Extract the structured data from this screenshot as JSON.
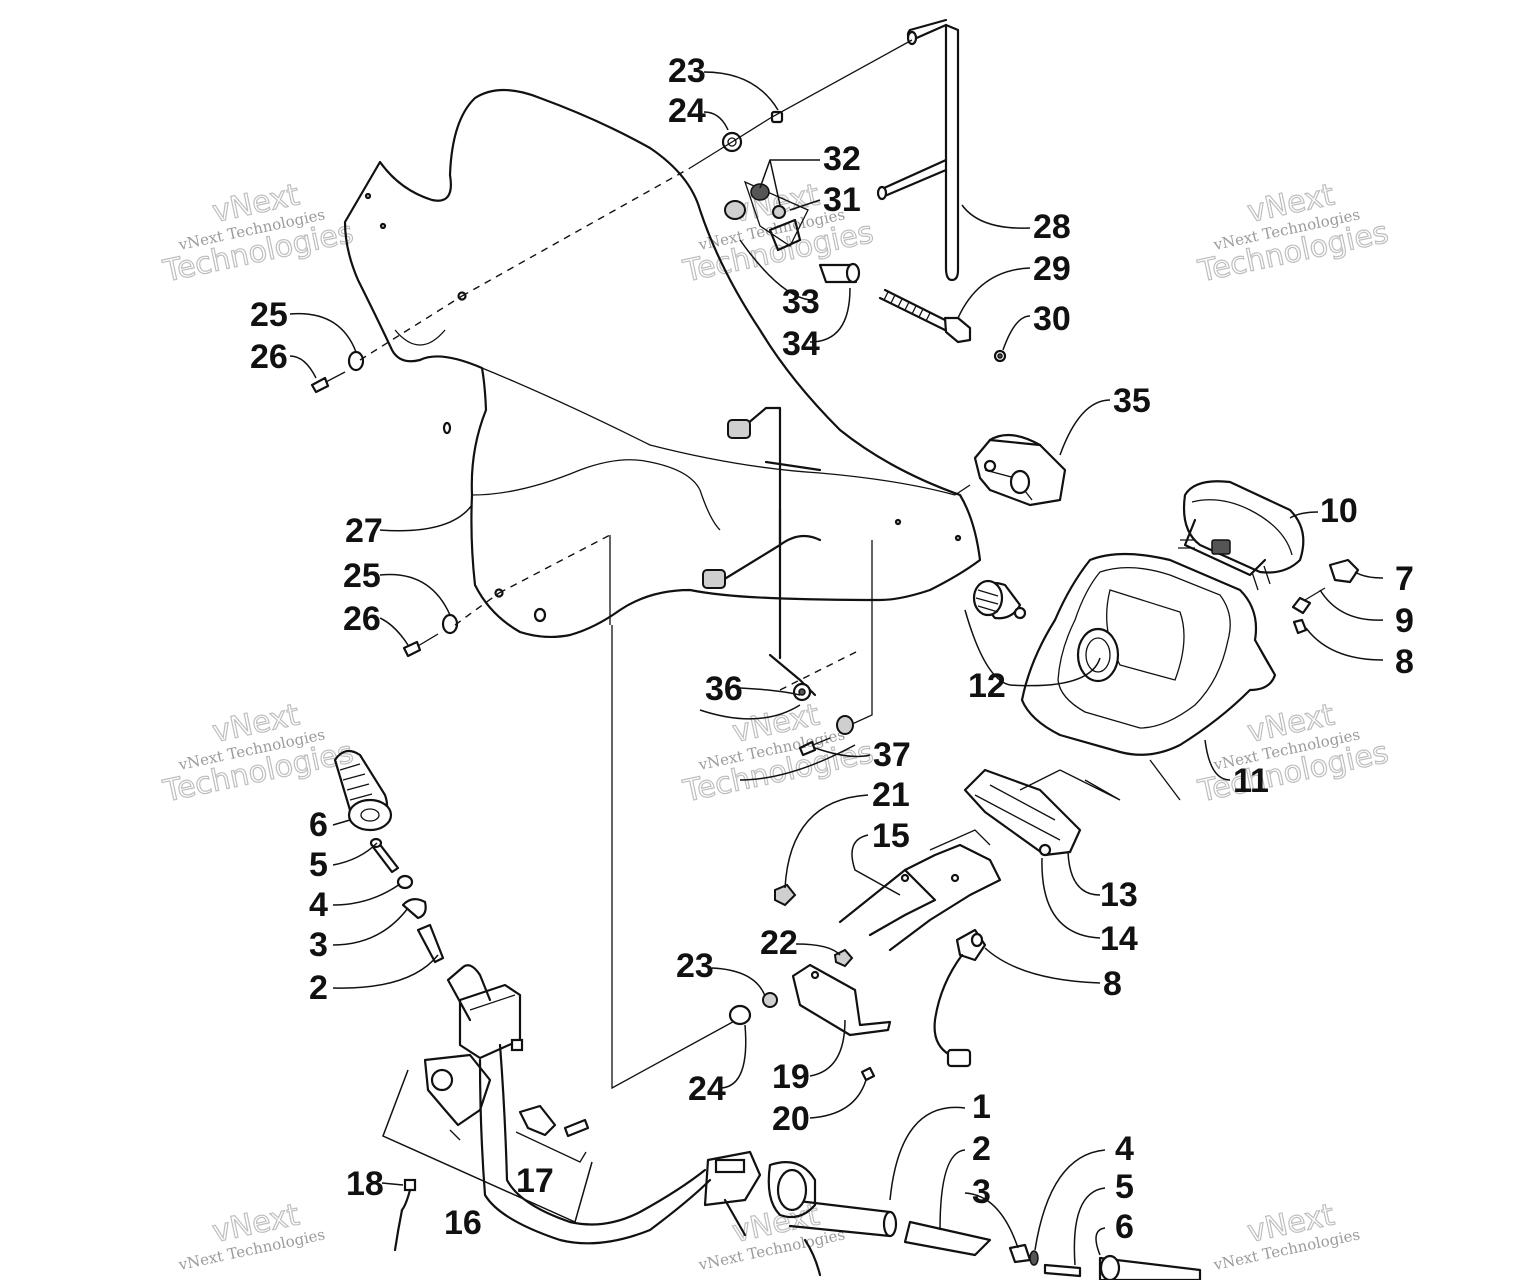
{
  "diagram": {
    "callouts": [
      {
        "id": "c23a",
        "text": "23"
      },
      {
        "id": "c24a",
        "text": "24"
      },
      {
        "id": "c32",
        "text": "32"
      },
      {
        "id": "c31",
        "text": "31"
      },
      {
        "id": "c28",
        "text": "28"
      },
      {
        "id": "c29",
        "text": "29"
      },
      {
        "id": "c30",
        "text": "30"
      },
      {
        "id": "c33",
        "text": "33"
      },
      {
        "id": "c34",
        "text": "34"
      },
      {
        "id": "c25a",
        "text": "25"
      },
      {
        "id": "c26a",
        "text": "26"
      },
      {
        "id": "c35",
        "text": "35"
      },
      {
        "id": "c10",
        "text": "10"
      },
      {
        "id": "c7",
        "text": "7"
      },
      {
        "id": "c9",
        "text": "9"
      },
      {
        "id": "c8a",
        "text": "8"
      },
      {
        "id": "c27",
        "text": "27"
      },
      {
        "id": "c25b",
        "text": "25"
      },
      {
        "id": "c26b",
        "text": "26"
      },
      {
        "id": "c12",
        "text": "12"
      },
      {
        "id": "c36",
        "text": "36"
      },
      {
        "id": "c37",
        "text": "37"
      },
      {
        "id": "c11",
        "text": "11"
      },
      {
        "id": "c21",
        "text": "21"
      },
      {
        "id": "c15",
        "text": "15"
      },
      {
        "id": "c13",
        "text": "13"
      },
      {
        "id": "c14",
        "text": "14"
      },
      {
        "id": "c8b",
        "text": "8"
      },
      {
        "id": "c6a",
        "text": "6"
      },
      {
        "id": "c5a",
        "text": "5"
      },
      {
        "id": "c4a",
        "text": "4"
      },
      {
        "id": "c3a",
        "text": "3"
      },
      {
        "id": "c2a",
        "text": "2"
      },
      {
        "id": "c22",
        "text": "22"
      },
      {
        "id": "c23b",
        "text": "23"
      },
      {
        "id": "c24b",
        "text": "24"
      },
      {
        "id": "c19",
        "text": "19"
      },
      {
        "id": "c20",
        "text": "20"
      },
      {
        "id": "c1",
        "text": "1"
      },
      {
        "id": "c2b",
        "text": "2"
      },
      {
        "id": "c3b",
        "text": "3"
      },
      {
        "id": "c4b",
        "text": "4"
      },
      {
        "id": "c5b",
        "text": "5"
      },
      {
        "id": "c6b",
        "text": "6"
      },
      {
        "id": "c18",
        "text": "18"
      },
      {
        "id": "c16",
        "text": "16"
      },
      {
        "id": "c17",
        "text": "17"
      }
    ],
    "watermark": {
      "small": "vNext Technologies",
      "brand_top": "vNext",
      "brand_bottom": "Technologies"
    }
  }
}
